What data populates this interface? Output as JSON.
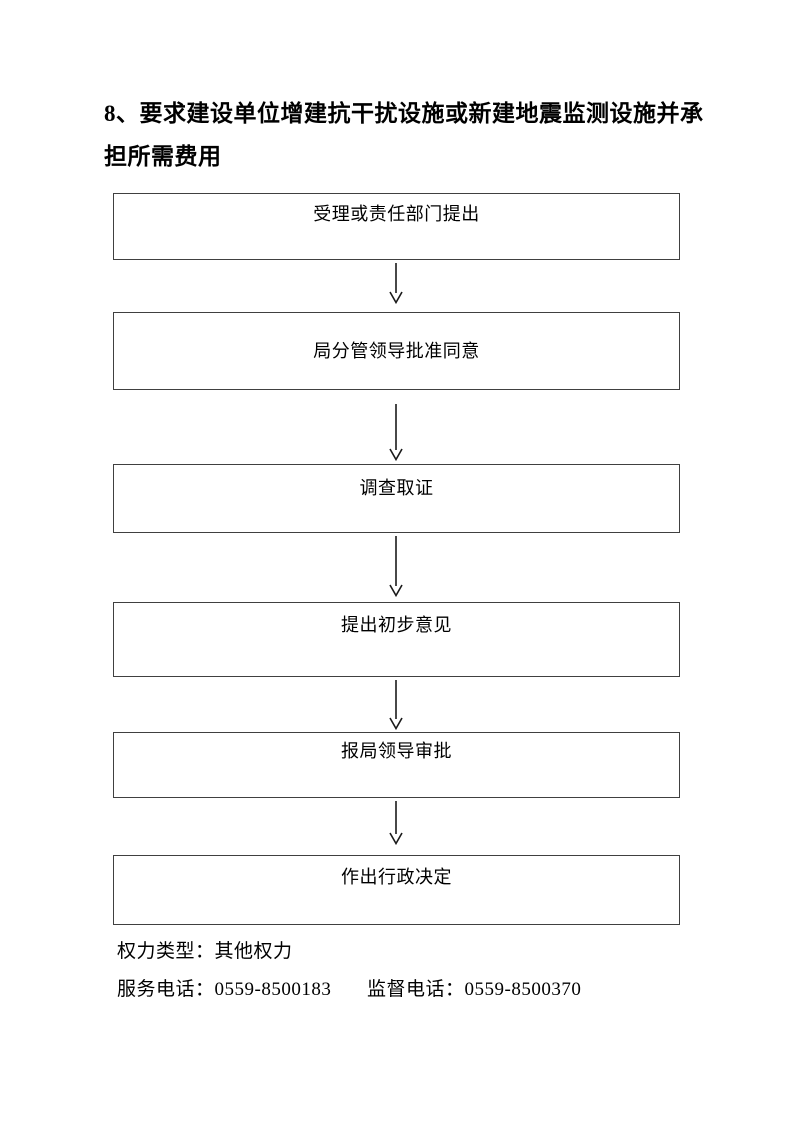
{
  "document": {
    "title_line1": "8、要求建设单位增建抗干扰设施或新建地震监测设施并承",
    "title_line2": "担所需费用"
  },
  "flowchart": {
    "steps": [
      {
        "label": "受理或责任部门提出"
      },
      {
        "label": "局分管领导批准同意"
      },
      {
        "label": "调查取证"
      },
      {
        "label": "提出初步意见"
      },
      {
        "label": "报局领导审批"
      },
      {
        "label": "作出行政决定"
      }
    ],
    "connector_icon": "down-arrow-icon"
  },
  "footer": {
    "power_type_line": "权力类型：其他权力",
    "service_phone": "服务电话：0559-8500183",
    "supervision_phone": "监督电话：0559-8500370"
  },
  "colors": {
    "background": "#ffffff",
    "text": "#000000",
    "box_border": "#404040",
    "arrow": "#1a1a1a"
  }
}
